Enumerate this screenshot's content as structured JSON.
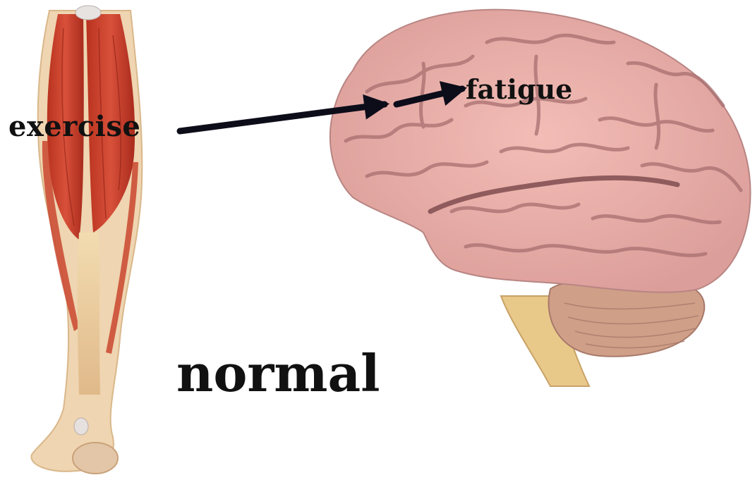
{
  "labels": {
    "exercise": "exercise",
    "fatigue": "fatigue",
    "normal": "normal"
  },
  "colors": {
    "muscle_red": "#c43a2a",
    "tendon": "#e8c89a",
    "brain_pink": "#e9a9a5",
    "brain_fold": "#a86f70",
    "cerebellum": "#c99a85",
    "brainstem": "#e9c98a",
    "arrow": "#0d0d1a",
    "text": "#111111"
  },
  "figures": {
    "left": "leg-muscles",
    "right": "brain-side-view"
  }
}
